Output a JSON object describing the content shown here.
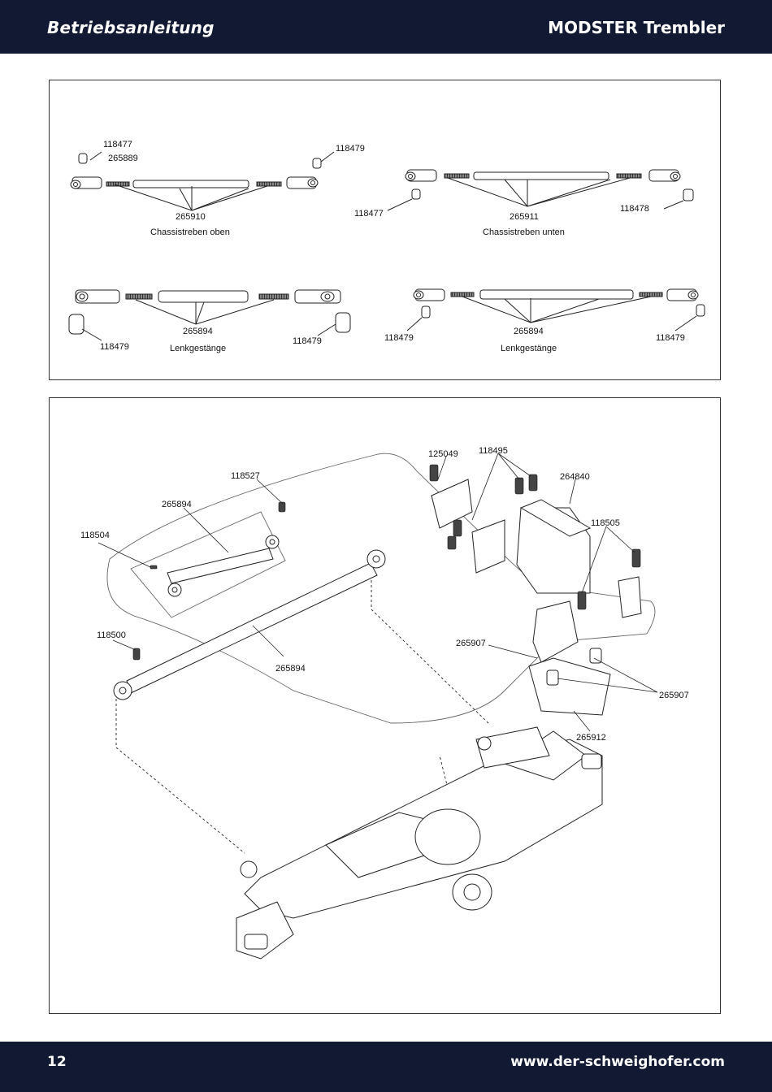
{
  "header": {
    "title_left": "Betriebsanleitung",
    "title_right": "MODSTER Trembler"
  },
  "footer": {
    "page_number": "12",
    "website": "www.der-schweighofer.com"
  },
  "panel1": {
    "a": {
      "p1": "118477",
      "p2": "265889",
      "p3": "118479",
      "p4": "265910",
      "caption": "Chassistreben oben"
    },
    "b": {
      "p1": "118477",
      "p2": "265911",
      "p3": "118478",
      "caption": "Chassistreben unten"
    },
    "c": {
      "p1": "265894",
      "p2": "118479",
      "p3": "118479",
      "caption": "Lenkgestänge"
    },
    "d": {
      "p1": "118479",
      "p2": "265894",
      "p3": "118479",
      "caption": "Lenkgestänge"
    }
  },
  "panel2": {
    "labels": {
      "l125049": "125049",
      "l118495": "118495",
      "l264840": "264840",
      "l118527": "118527",
      "l265894a": "265894",
      "l118505": "118505",
      "l118504": "118504",
      "l118500": "118500",
      "l265907a": "265907",
      "l265894b": "265894",
      "l265907b": "265907",
      "l265912": "265912"
    }
  }
}
